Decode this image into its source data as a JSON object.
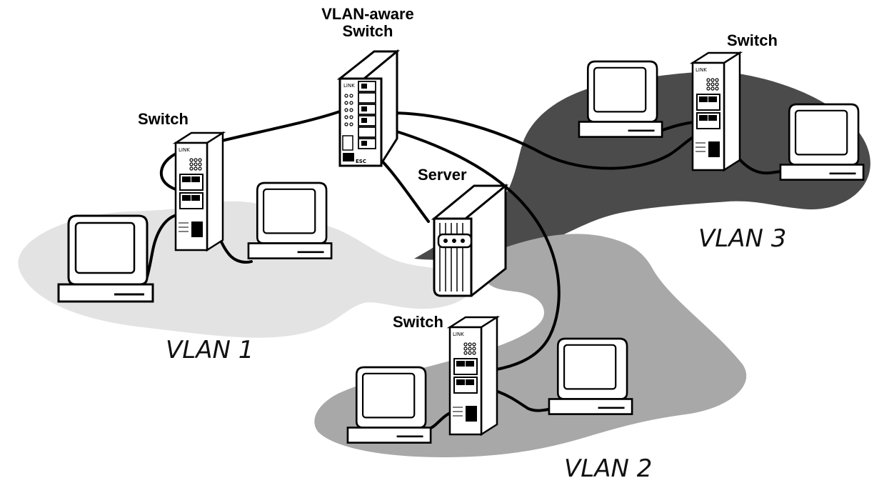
{
  "colors": {
    "vlan1": "#e3e3e3",
    "vlan2": "#a8a8a8",
    "vlan3": "#4b4b4b",
    "ink": "#000000",
    "device": "#ffffff"
  },
  "labels": {
    "core_switch_line1": "VLAN-aware",
    "core_switch_line2": "Switch",
    "switch_left": "Switch",
    "switch_right": "Switch",
    "switch_bottom": "Switch",
    "server": "Server",
    "vlan1": "VLAN 1",
    "vlan2": "VLAN 2",
    "vlan3": "VLAN 3"
  },
  "icons": {
    "core_switch": "managed-switch-icon",
    "switch": "switch-icon",
    "server": "server-icon",
    "computer": "computer-icon"
  }
}
